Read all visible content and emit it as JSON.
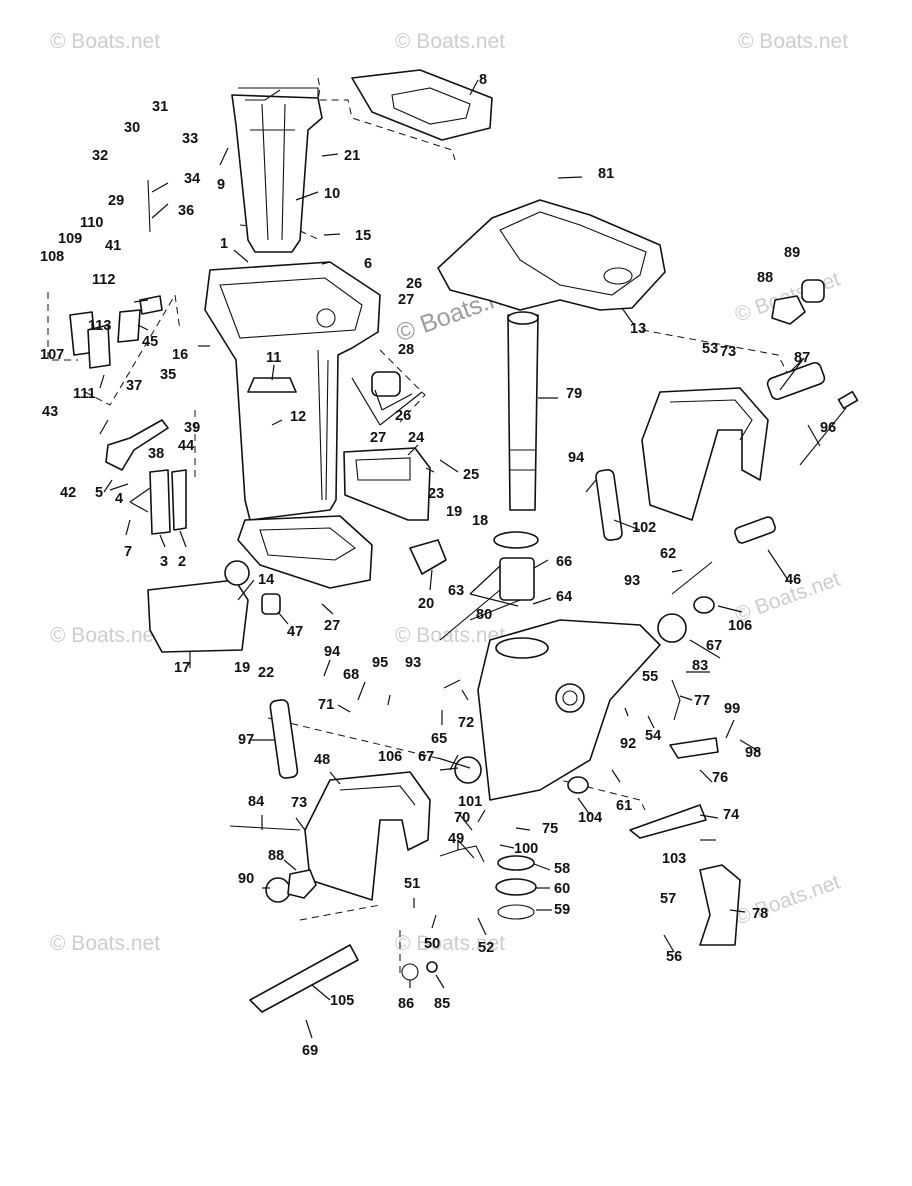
{
  "watermark": "© Boats.net",
  "callouts": {
    "n1": "1",
    "n2": "2",
    "n3": "3",
    "n4": "4",
    "n5": "5",
    "n6": "6",
    "n7": "7",
    "n8": "8",
    "n9": "9",
    "n10": "10",
    "n11": "11",
    "n12": "12",
    "n13": "13",
    "n14": "14",
    "n15": "15",
    "n16": "16",
    "n17": "17",
    "n18": "18",
    "n19a": "19",
    "n19b": "19",
    "n20": "20",
    "n21": "21",
    "n22": "22",
    "n23": "23",
    "n24": "24",
    "n25": "25",
    "n26a": "26",
    "n26b": "26",
    "n27a": "27",
    "n27b": "27",
    "n27c": "27",
    "n28": "28",
    "n29": "29",
    "n30": "30",
    "n31": "31",
    "n32": "32",
    "n33": "33",
    "n34": "34",
    "n35": "35",
    "n36": "36",
    "n37": "37",
    "n38": "38",
    "n39": "39",
    "n41": "41",
    "n42": "42",
    "n43": "43",
    "n44": "44",
    "n45": "45",
    "n46": "46",
    "n47": "47",
    "n48": "48",
    "n49": "49",
    "n50": "50",
    "n51": "51",
    "n52": "52",
    "n53": "53",
    "n54": "54",
    "n55": "55",
    "n56": "56",
    "n57": "57",
    "n58": "58",
    "n59": "59",
    "n60": "60",
    "n61": "61",
    "n62": "62",
    "n63": "63",
    "n64": "64",
    "n65": "65",
    "n66": "66",
    "n67a": "67",
    "n67b": "67",
    "n68": "68",
    "n69": "69",
    "n70": "70",
    "n71": "71",
    "n72": "72",
    "n73a": "73",
    "n73b": "73",
    "n74": "74",
    "n75": "75",
    "n76": "76",
    "n77": "77",
    "n78": "78",
    "n79": "79",
    "n80": "80",
    "n81": "81",
    "n83": "83",
    "n84": "84",
    "n85": "85",
    "n86": "86",
    "n87": "87",
    "n88a": "88",
    "n88b": "88",
    "n89": "89",
    "n90": "90",
    "n92": "92",
    "n93a": "93",
    "n93b": "93",
    "n94a": "94",
    "n94b": "94",
    "n95": "95",
    "n96": "96",
    "n97": "97",
    "n98": "98",
    "n99": "99",
    "n100": "100",
    "n101": "101",
    "n102": "102",
    "n103": "103",
    "n104": "104",
    "n105": "105",
    "n106a": "106",
    "n106b": "106",
    "n107": "107",
    "n108": "108",
    "n109": "109",
    "n110": "110",
    "n111": "111",
    "n112": "112",
    "n113": "113"
  }
}
